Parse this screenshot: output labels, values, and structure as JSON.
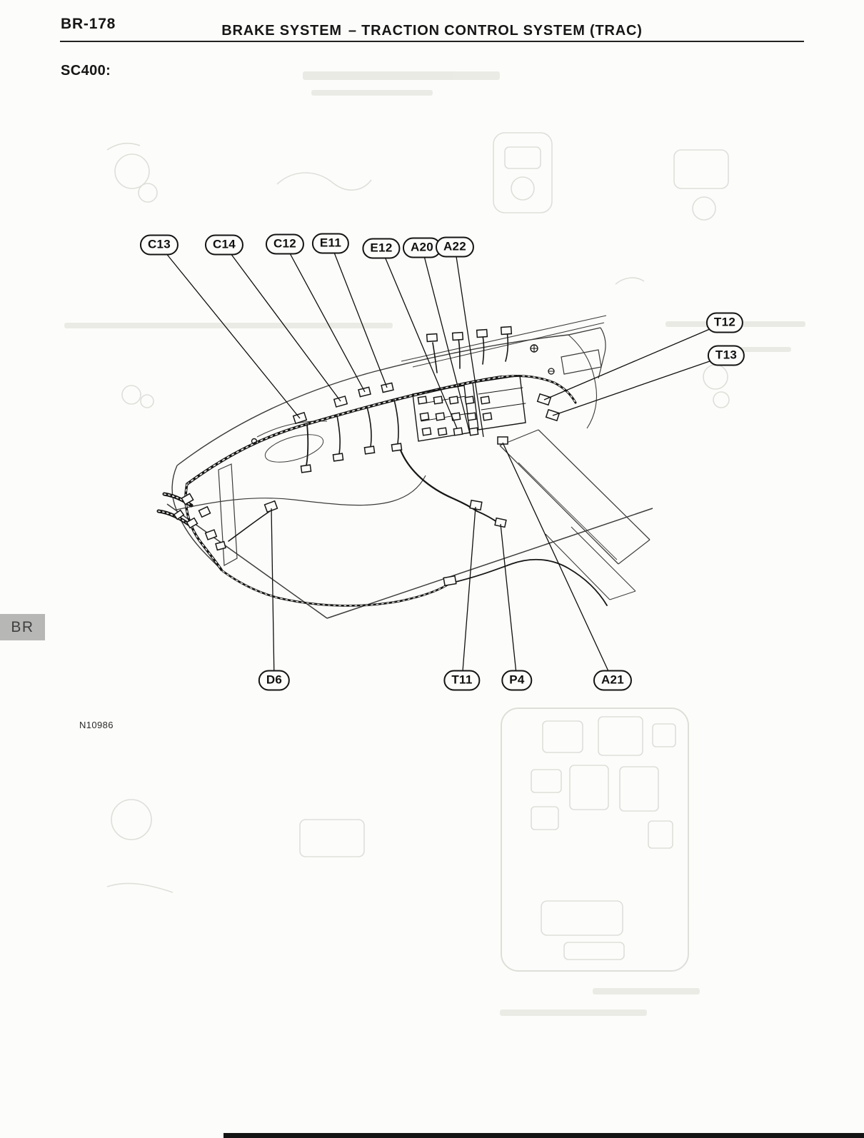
{
  "page": {
    "number": "BR-178",
    "title_primary": "BRAKE SYSTEM",
    "title_secondary": "– TRACTION CONTROL SYSTEM (TRAC)",
    "section_label": "SC400:",
    "figure_code": "N10986",
    "side_tab_label": "BR"
  },
  "diagram": {
    "callouts": [
      {
        "label": "C13"
      },
      {
        "label": "C14"
      },
      {
        "label": "C12"
      },
      {
        "label": "E11"
      },
      {
        "label": "E12"
      },
      {
        "label": "A20"
      },
      {
        "label": "A22"
      },
      {
        "label": "T12"
      },
      {
        "label": "T13"
      },
      {
        "label": "D6"
      },
      {
        "label": "T11"
      },
      {
        "label": "P4"
      },
      {
        "label": "A21"
      }
    ]
  }
}
